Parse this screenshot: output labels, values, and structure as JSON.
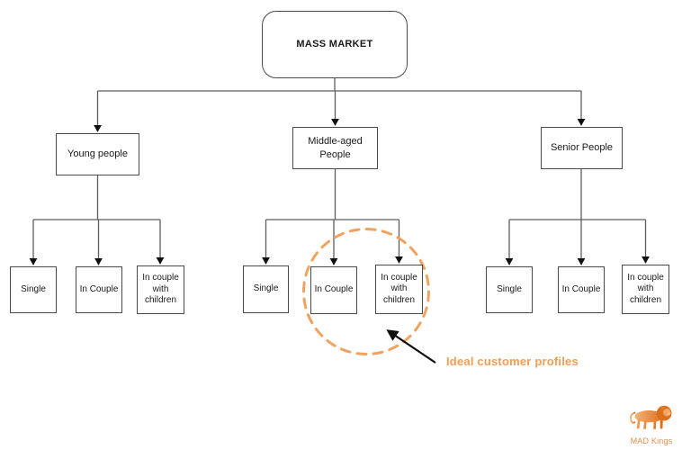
{
  "diagram": {
    "root": {
      "label": "MASS MARKET"
    },
    "groups": [
      {
        "label": "Young people",
        "children": [
          {
            "label": "Single"
          },
          {
            "label": "In Couple"
          },
          {
            "label": "In couple with children"
          }
        ]
      },
      {
        "label": "Middle-aged People",
        "children": [
          {
            "label": "Single"
          },
          {
            "label": "In Couple"
          },
          {
            "label": "In couple with children"
          }
        ]
      },
      {
        "label": "Senior People",
        "children": [
          {
            "label": "Single"
          },
          {
            "label": "In Couple"
          },
          {
            "label": "In couple with children"
          }
        ]
      }
    ],
    "annotation": {
      "label": "Ideal customer profiles"
    }
  },
  "logo": {
    "label": "MAD Kings",
    "icon": "lion-icon"
  },
  "colors": {
    "accent_orange": "#F0A35E",
    "annotation_text": "#F59C55",
    "logo_text": "#E98C52",
    "logo_lion_light": "#F2A662",
    "logo_lion_dark": "#DE6F1A",
    "line_gray": "#5E5E5E",
    "arrowhead_black": "#111111",
    "box_border": "#4A4A4A",
    "background": "#FFFFFF"
  }
}
